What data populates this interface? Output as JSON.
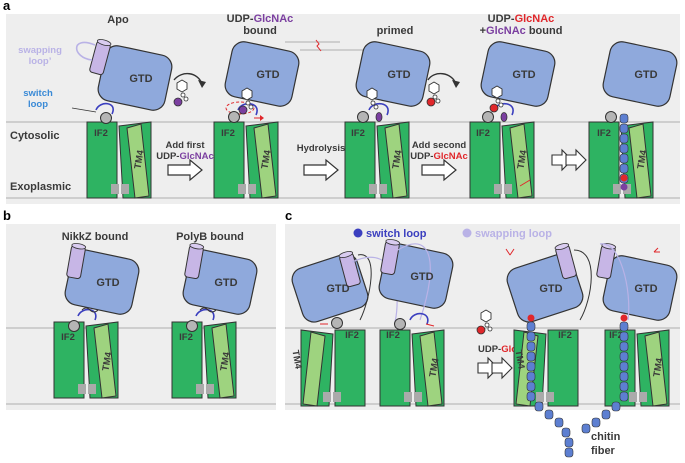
{
  "panels": {
    "a": {
      "letter": "a",
      "labels": {
        "apo": "Apo",
        "swapping_loop": "swapping",
        "swapping_loop_2": "loop’",
        "switch_loop": "switch",
        "switch_loop_2": "loop",
        "cytosolic": "Cytosolic",
        "exoplasmic": "Exoplasmic",
        "udp_bound_1": "UDP-",
        "udp_bound_2": "GlcNAc",
        "udp_bound_3": "bound",
        "primed": "primed",
        "double_1": "UDP-",
        "double_2": "GlcNAc",
        "double_3": "+",
        "double_4": "GlcNAc",
        "double_5": " bound",
        "arrow_add_first_1": "Add first",
        "arrow_add_first_2": "UDP-",
        "arrow_add_first_3": "GlcNAc",
        "arrow_hydrolysis": "Hydrolysis",
        "arrow_add_second_1": "Add second",
        "arrow_add_second_2": "UDP-",
        "arrow_add_second_3": "GlcNAc"
      }
    },
    "b": {
      "letter": "b",
      "labels": {
        "nikkz": "NikkZ bound",
        "polyb": "PolyB bound"
      }
    },
    "c": {
      "letter": "c",
      "labels": {
        "legend_switch": "switch loop",
        "legend_swapping": "swapping loop",
        "udp_1": "UDP-",
        "udp_2": "GlcNAc",
        "chitin_1": "chitin",
        "chitin_2": "fiber"
      }
    }
  },
  "common": {
    "gtd": "GTD",
    "if2": "IF2",
    "tm4": "TM4"
  },
  "colors": {
    "gtd_fill": "#8fa9dc",
    "tm_dark": "#2eb362",
    "tm_light": "#9ed37f",
    "panel_bg": "#eeeeee",
    "switch_loop": "#3b3fbf",
    "swapping_loop": "#b9b2e6",
    "glcnac_purple": "#7b3fa0",
    "glcnac_red": "#e0272b",
    "chitin_blue": "#5d7fd1"
  }
}
